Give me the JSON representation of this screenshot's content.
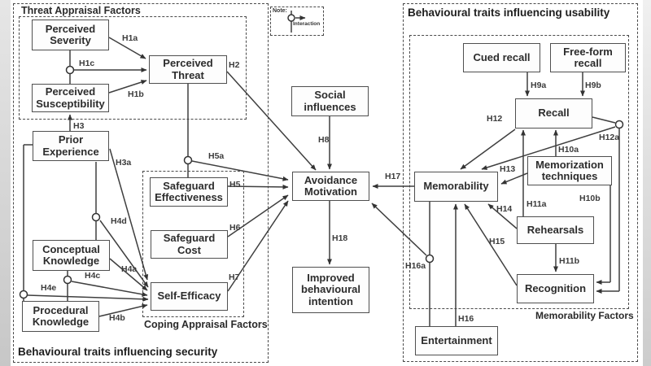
{
  "groups": [
    {
      "id": "security",
      "title": "Behavioural traits influencing security"
    },
    {
      "id": "threat-appraisal",
      "title": "Threat Appraisal Factors"
    },
    {
      "id": "coping-appraisal",
      "title": "Coping Appraisal Factors"
    },
    {
      "id": "usability",
      "title": "Behavioural traits influencing usability"
    },
    {
      "id": "memorability-factors",
      "title": "Memorability Factors"
    }
  ],
  "nodes": [
    {
      "id": "perceived-severity",
      "label": "Perceived Severity"
    },
    {
      "id": "perceived-threat",
      "label": "Perceived Threat"
    },
    {
      "id": "perceived-susceptibility",
      "label": "Perceived Susceptibility"
    },
    {
      "id": "prior-experience",
      "label": "Prior Experience"
    },
    {
      "id": "conceptual-knowledge",
      "label": "Conceptual Knowledge"
    },
    {
      "id": "procedural-knowledge",
      "label": "Procedural Knowledge"
    },
    {
      "id": "safeguard-effectiveness",
      "label": "Safeguard Effectiveness"
    },
    {
      "id": "safeguard-cost",
      "label": "Safeguard Cost"
    },
    {
      "id": "self-efficacy",
      "label": "Self-Efficacy"
    },
    {
      "id": "social-influences",
      "label": "Social influences"
    },
    {
      "id": "avoidance-motivation",
      "label": "Avoidance Motivation"
    },
    {
      "id": "improved-behavioural-intention",
      "label": "Improved behavioural intention"
    },
    {
      "id": "cued-recall",
      "label": "Cued recall"
    },
    {
      "id": "free-form-recall",
      "label": "Free-form recall"
    },
    {
      "id": "recall",
      "label": "Recall"
    },
    {
      "id": "memorability",
      "label": "Memorability"
    },
    {
      "id": "memorization-techniques",
      "label": "Memorization techniques"
    },
    {
      "id": "rehearsals",
      "label": "Rehearsals"
    },
    {
      "id": "recognition",
      "label": "Recognition"
    },
    {
      "id": "entertainment",
      "label": "Entertainment"
    }
  ],
  "edges": [
    {
      "id": "H1a",
      "label": "H1a",
      "from": "perceived-severity",
      "to": "perceived-threat",
      "type": "direct"
    },
    {
      "id": "H1b",
      "label": "H1b",
      "from": "perceived-susceptibility",
      "to": "perceived-threat",
      "type": "direct"
    },
    {
      "id": "H1c",
      "label": "H1c",
      "from": [
        "perceived-severity",
        "perceived-susceptibility"
      ],
      "to": "perceived-threat",
      "type": "interaction"
    },
    {
      "id": "H2",
      "label": "H2",
      "from": "perceived-threat",
      "to": "avoidance-motivation",
      "type": "direct"
    },
    {
      "id": "H3",
      "label": "H3",
      "from": "prior-experience",
      "to": "perceived-susceptibility",
      "type": "direct"
    },
    {
      "id": "H3a",
      "label": "H3a",
      "from": "prior-experience",
      "to": "self-efficacy",
      "type": "direct"
    },
    {
      "id": "H4a",
      "label": "H4a",
      "from": "conceptual-knowledge",
      "to": "self-efficacy",
      "type": "direct"
    },
    {
      "id": "H4b",
      "label": "H4b",
      "from": "procedural-knowledge",
      "to": "self-efficacy",
      "type": "direct"
    },
    {
      "id": "H4c",
      "label": "H4c",
      "from": [
        "conceptual-knowledge",
        "procedural-knowledge"
      ],
      "to": "self-efficacy",
      "type": "interaction"
    },
    {
      "id": "H4d",
      "label": "H4d",
      "from": [
        "prior-experience",
        "conceptual-knowledge"
      ],
      "to": "self-efficacy",
      "type": "interaction"
    },
    {
      "id": "H4e",
      "label": "H4e",
      "from": [
        "prior-experience",
        "procedural-knowledge"
      ],
      "to": "self-efficacy",
      "type": "interaction"
    },
    {
      "id": "H5",
      "label": "H5",
      "from": "safeguard-effectiveness",
      "to": "avoidance-motivation",
      "type": "direct"
    },
    {
      "id": "H5a",
      "label": "H5a",
      "from": [
        "perceived-threat",
        "safeguard-effectiveness"
      ],
      "to": "avoidance-motivation",
      "type": "interaction"
    },
    {
      "id": "H6",
      "label": "H6",
      "from": "safeguard-cost",
      "to": "avoidance-motivation",
      "type": "direct"
    },
    {
      "id": "H7",
      "label": "H7",
      "from": "self-efficacy",
      "to": "avoidance-motivation",
      "type": "direct"
    },
    {
      "id": "H8",
      "label": "H8",
      "from": "social-influences",
      "to": "avoidance-motivation",
      "type": "direct"
    },
    {
      "id": "H9a",
      "label": "H9a",
      "from": "cued-recall",
      "to": "recall",
      "type": "direct"
    },
    {
      "id": "H9b",
      "label": "H9b",
      "from": "free-form-recall",
      "to": "recall",
      "type": "direct"
    },
    {
      "id": "H10a",
      "label": "H10a",
      "from": "memorization-techniques",
      "to": "recall",
      "type": "direct"
    },
    {
      "id": "H10b",
      "label": "H10b",
      "from": "memorization-techniques",
      "to": "recognition",
      "type": "direct"
    },
    {
      "id": "H11a",
      "label": "H11a",
      "from": "rehearsals",
      "to": "recall",
      "type": "direct"
    },
    {
      "id": "H11b",
      "label": "H11b",
      "from": "rehearsals",
      "to": "recognition",
      "type": "direct"
    },
    {
      "id": "H12",
      "label": "H12",
      "from": "recall",
      "to": "memorability",
      "type": "direct"
    },
    {
      "id": "H12a",
      "label": "H12a",
      "from": [
        "recall",
        "recognition"
      ],
      "to": "memorability",
      "type": "interaction"
    },
    {
      "id": "H13",
      "label": "H13",
      "from": "memorization-techniques",
      "to": "memorability",
      "type": "direct"
    },
    {
      "id": "H14",
      "label": "H14",
      "from": "rehearsals",
      "to": "memorability",
      "type": "direct"
    },
    {
      "id": "H15",
      "label": "H15",
      "from": "recognition",
      "to": "memorability",
      "type": "direct"
    },
    {
      "id": "H16",
      "label": "H16",
      "from": "entertainment",
      "to": "memorability",
      "type": "direct"
    },
    {
      "id": "H16a",
      "label": "H16a",
      "from": [
        "entertainment",
        "memorability"
      ],
      "to": "avoidance-motivation",
      "type": "interaction"
    },
    {
      "id": "H17",
      "label": "H17",
      "from": "memorability",
      "to": "avoidance-motivation",
      "type": "direct"
    },
    {
      "id": "H18",
      "label": "H18",
      "from": "avoidance-motivation",
      "to": "improved-behavioural-intention",
      "type": "direct"
    }
  ],
  "note": {
    "label": "Note:",
    "interaction_label": "Interaction"
  },
  "colors": {
    "line": "#3f3f3f",
    "box_border": "#4f4f4f",
    "text": "#2c2c2c",
    "background": "#ffffff",
    "side_bar": "#cccccc"
  }
}
